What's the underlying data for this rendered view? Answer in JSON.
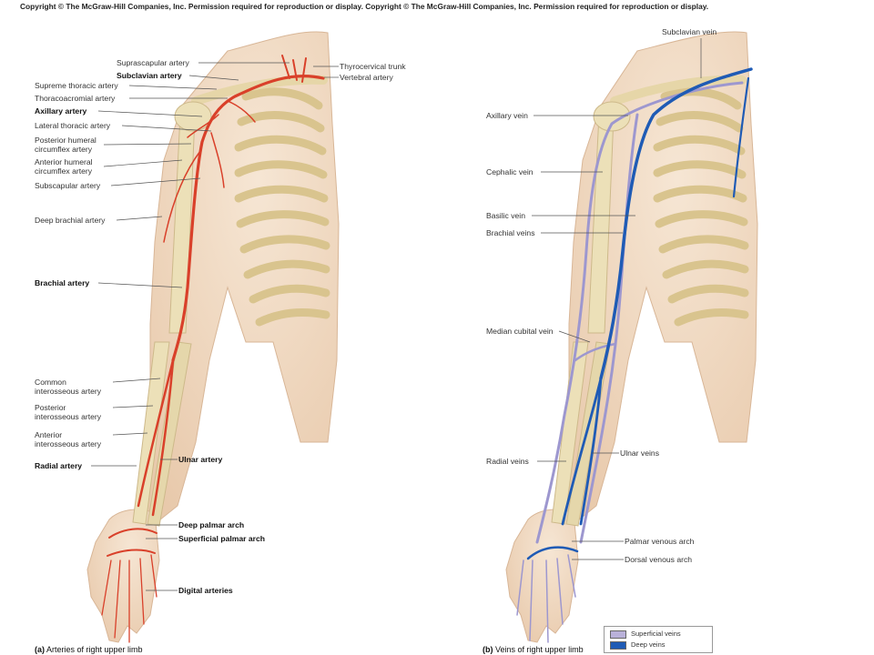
{
  "copyright": "Copyright © The McGraw-Hill Companies, Inc. Permission required for reproduction or display. Copyright © The McGraw-Hill Companies, Inc. Permission required for reproduction or display.",
  "panel_a": {
    "caption_tag": "(a)",
    "caption_text": "Arteries of right upper limb",
    "labels": {
      "suprascapular": "Suprascapular artery",
      "subclavian": "Subclavian artery",
      "supreme_thoracic": "Supreme thoracic artery",
      "thoracoacromial": "Thoracoacromial artery",
      "axillary": "Axillary artery",
      "lateral_thoracic": "Lateral thoracic artery",
      "post_humeral_1": "Posterior humeral",
      "post_humeral_2": "circumflex artery",
      "ant_humeral_1": "Anterior humeral",
      "ant_humeral_2": "circumflex artery",
      "subscapular": "Subscapular artery",
      "deep_brachial": "Deep brachial artery",
      "brachial": "Brachial artery",
      "common_interosseous_1": "Common",
      "common_interosseous_2": "interosseous artery",
      "post_interosseous_1": "Posterior",
      "post_interosseous_2": "interosseous artery",
      "ant_interosseous_1": "Anterior",
      "ant_interosseous_2": "interosseous artery",
      "radial": "Radial artery",
      "thyrocervical": "Thyrocervical trunk",
      "vertebral": "Vertebral artery",
      "ulnar": "Ulnar artery",
      "deep_palmar": "Deep palmar arch",
      "superficial_palmar": "Superficial palmar arch",
      "digital": "Digital arteries"
    }
  },
  "panel_b": {
    "caption_tag": "(b)",
    "caption_text": "Veins of right upper limb",
    "labels": {
      "subclavian_vein": "Subclavian vein",
      "axillary_vein": "Axillary vein",
      "cephalic_vein": "Cephalic vein",
      "basilic_vein": "Basilic vein",
      "brachial_veins": "Brachial veins",
      "median_cubital": "Median cubital vein",
      "ulnar_veins": "Ulnar veins",
      "radial_veins": "Radial veins",
      "palmar_venous_arch": "Palmar venous arch",
      "dorsal_venous_arch": "Dorsal venous arch"
    },
    "legend": {
      "superficial": "Superficial veins",
      "deep": "Deep veins"
    }
  },
  "colors": {
    "artery": "#d9402a",
    "deep_vein": "#1f5bb5",
    "superficial_vein": "#9d97cf",
    "skin": "#f2dcc5",
    "bone": "#ece0b8"
  }
}
